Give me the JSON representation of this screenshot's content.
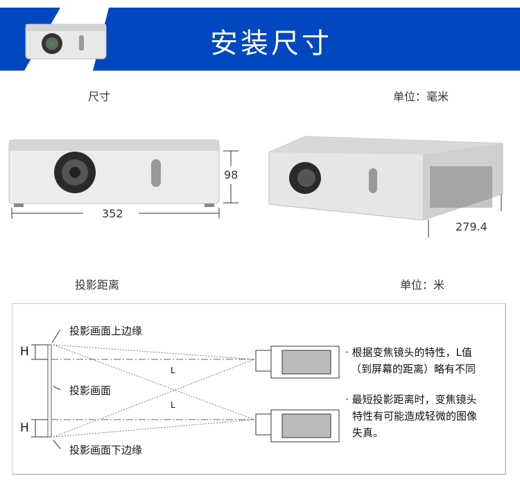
{
  "banner": {
    "title": "安装尺寸",
    "color": "#0047c0"
  },
  "dimensions": {
    "label": "尺寸",
    "unit": "单位：毫米",
    "width": "352",
    "height": "98",
    "depth": "279.4"
  },
  "projection": {
    "label": "投影距离",
    "unit": "单位：米"
  },
  "diagram": {
    "top_edge": "投影画面上边缘",
    "screen": "投影画面",
    "bottom_edge": "投影画面下边缘",
    "h_label": "H",
    "l_label": "L",
    "notes": [
      [
        "· 根据变焦镜头的特性，L值",
        "（到屏幕的距离）略有不同"
      ],
      [
        "· 最短投影距离时，变焦镜头",
        "特性有可能造成轻微的图像",
        "失真。"
      ]
    ]
  }
}
